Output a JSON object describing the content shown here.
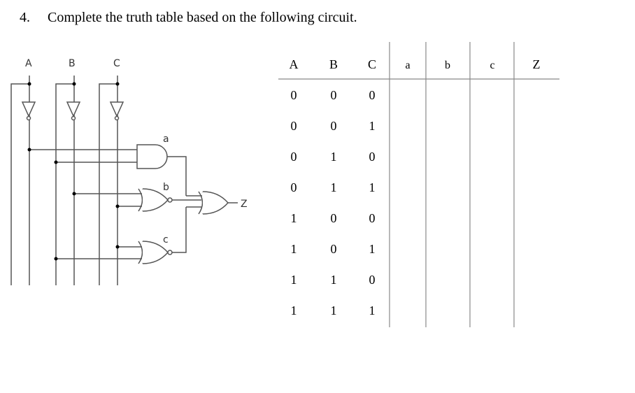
{
  "question": {
    "number": "4.",
    "text": "Complete the truth table based on the following circuit."
  },
  "circuit": {
    "inputs": [
      "A",
      "B",
      "C"
    ],
    "gate_labels": [
      "a",
      "b",
      "c"
    ],
    "output": "Z",
    "gates": [
      "AND",
      "XNOR",
      "XNOR",
      "XOR"
    ]
  },
  "table": {
    "headers": [
      "A",
      "B",
      "C",
      "a",
      "b",
      "c",
      "Z"
    ],
    "rows": [
      [
        "0",
        "0",
        "0",
        "",
        "",
        "",
        ""
      ],
      [
        "0",
        "0",
        "1",
        "",
        "",
        "",
        ""
      ],
      [
        "0",
        "1",
        "0",
        "",
        "",
        "",
        ""
      ],
      [
        "0",
        "1",
        "1",
        "",
        "",
        "",
        ""
      ],
      [
        "1",
        "0",
        "0",
        "",
        "",
        "",
        ""
      ],
      [
        "1",
        "0",
        "1",
        "",
        "",
        "",
        ""
      ],
      [
        "1",
        "1",
        "0",
        "",
        "",
        "",
        ""
      ],
      [
        "1",
        "1",
        "1",
        "",
        "",
        "",
        ""
      ]
    ]
  }
}
